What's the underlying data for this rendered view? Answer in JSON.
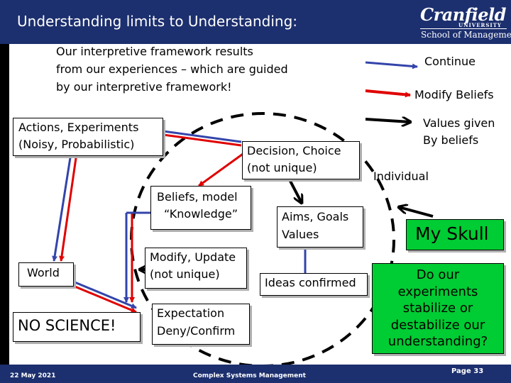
{
  "header": {
    "title": "Understanding limits to Understanding:",
    "logo_name": "Cranfield",
    "logo_university": "UNIVERSITY",
    "logo_school": "School of Management"
  },
  "intro": {
    "line1": "Our interpretive framework results",
    "line2": "from our experiences – which are guided",
    "line3": "by our interpretive framework!"
  },
  "legend": {
    "continue": "Continue",
    "modify_beliefs": "Modify Beliefs",
    "values_line1": "Values given",
    "values_line2": "By beliefs",
    "continue_color": "#3344aa",
    "modify_color": "#e00000",
    "values_color": "#000000"
  },
  "nodes": {
    "actions_line1": "Actions, Experiments",
    "actions_line2": "(Noisy, Probabilistic)",
    "decision_line1": "Decision, Choice",
    "decision_line2": "(not unique)",
    "individual": "Individual",
    "beliefs_line1": "Beliefs, model",
    "beliefs_line2": "“Knowledge”",
    "aims_line1": "Aims, Goals",
    "aims_line2": "Values",
    "my_skull": "My Skull",
    "world": "World",
    "modify_line1": "Modify, Update",
    "modify_line2": "(not unique)",
    "ideas": "Ideas confirmed",
    "no_science": "NO SCIENCE!",
    "expectation_line1": "Expectation",
    "expectation_line2": "Deny/Confirm"
  },
  "question": {
    "line1": "Do our",
    "line2": "experiments",
    "line3": "stabilize or",
    "line4": "destabilize our",
    "line5": "understanding?"
  },
  "footer": {
    "date": "22 May 2021",
    "course": "Complex Systems Management",
    "page": "Page 33"
  },
  "colors": {
    "header_bg": "#1c2f6e",
    "accent_green": "#00cc33"
  }
}
